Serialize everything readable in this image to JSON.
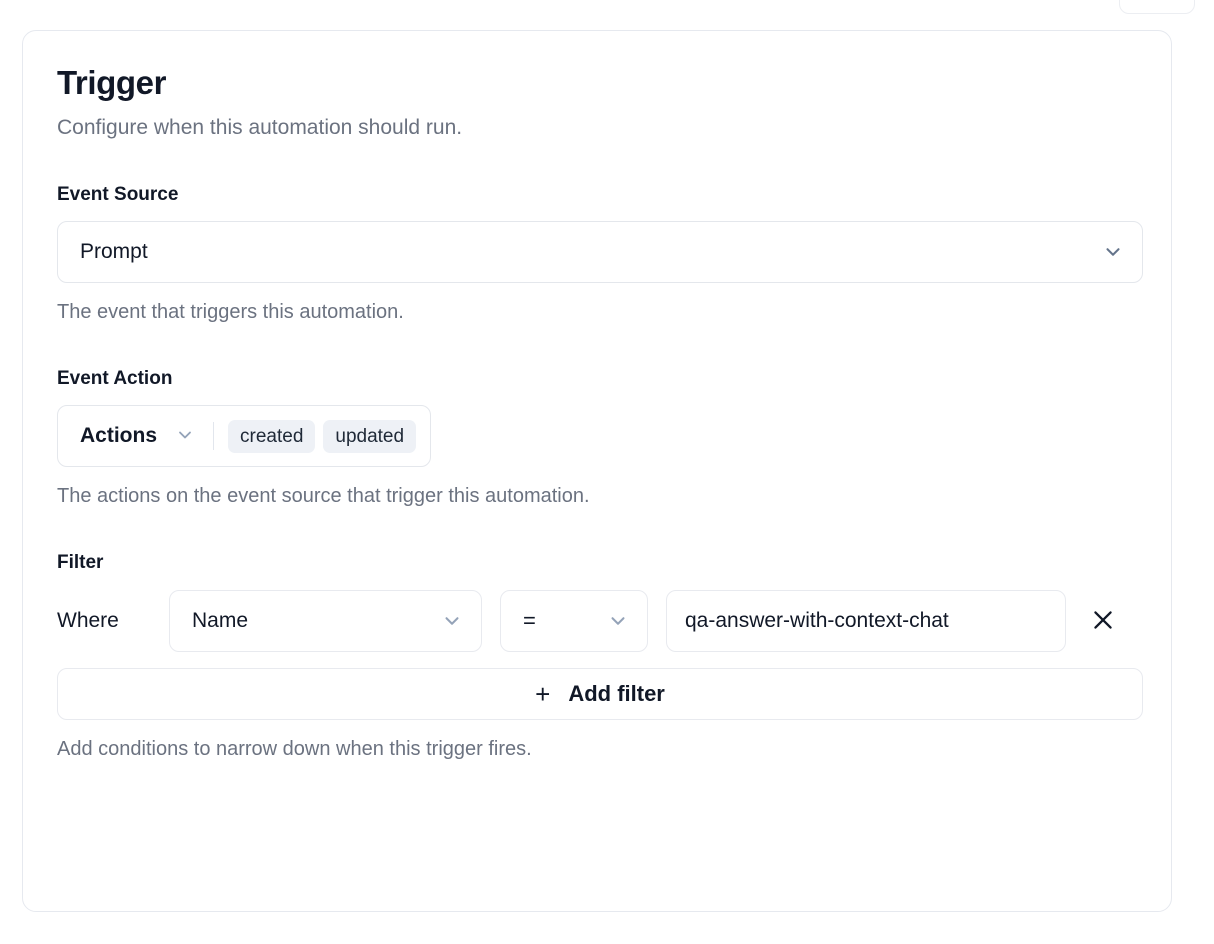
{
  "card": {
    "title": "Trigger",
    "subtitle": "Configure when this automation should run."
  },
  "event_source": {
    "label": "Event Source",
    "selected": "Prompt",
    "help": "The event that triggers this automation.",
    "chevron_icon": "chevron-down-icon"
  },
  "event_action": {
    "label": "Event Action",
    "trigger_label": "Actions",
    "chevron_icon": "chevron-down-icon",
    "chips": [
      "created",
      "updated"
    ],
    "help": "The actions on the event source that trigger this automation."
  },
  "filter": {
    "label": "Filter",
    "where_label": "Where",
    "field": "Name",
    "operator": "=",
    "value": "qa-answer-with-context-chat",
    "remove_icon": "close-icon",
    "add_filter_label": "Add filter",
    "add_filter_icon": "plus-icon",
    "help": "Add conditions to narrow down when this trigger fires."
  },
  "colors": {
    "text_primary": "#111827",
    "text_muted": "#6b7280",
    "border": "#e4e7ec",
    "chip_bg": "#eef1f6",
    "chevron": "#64748b"
  }
}
